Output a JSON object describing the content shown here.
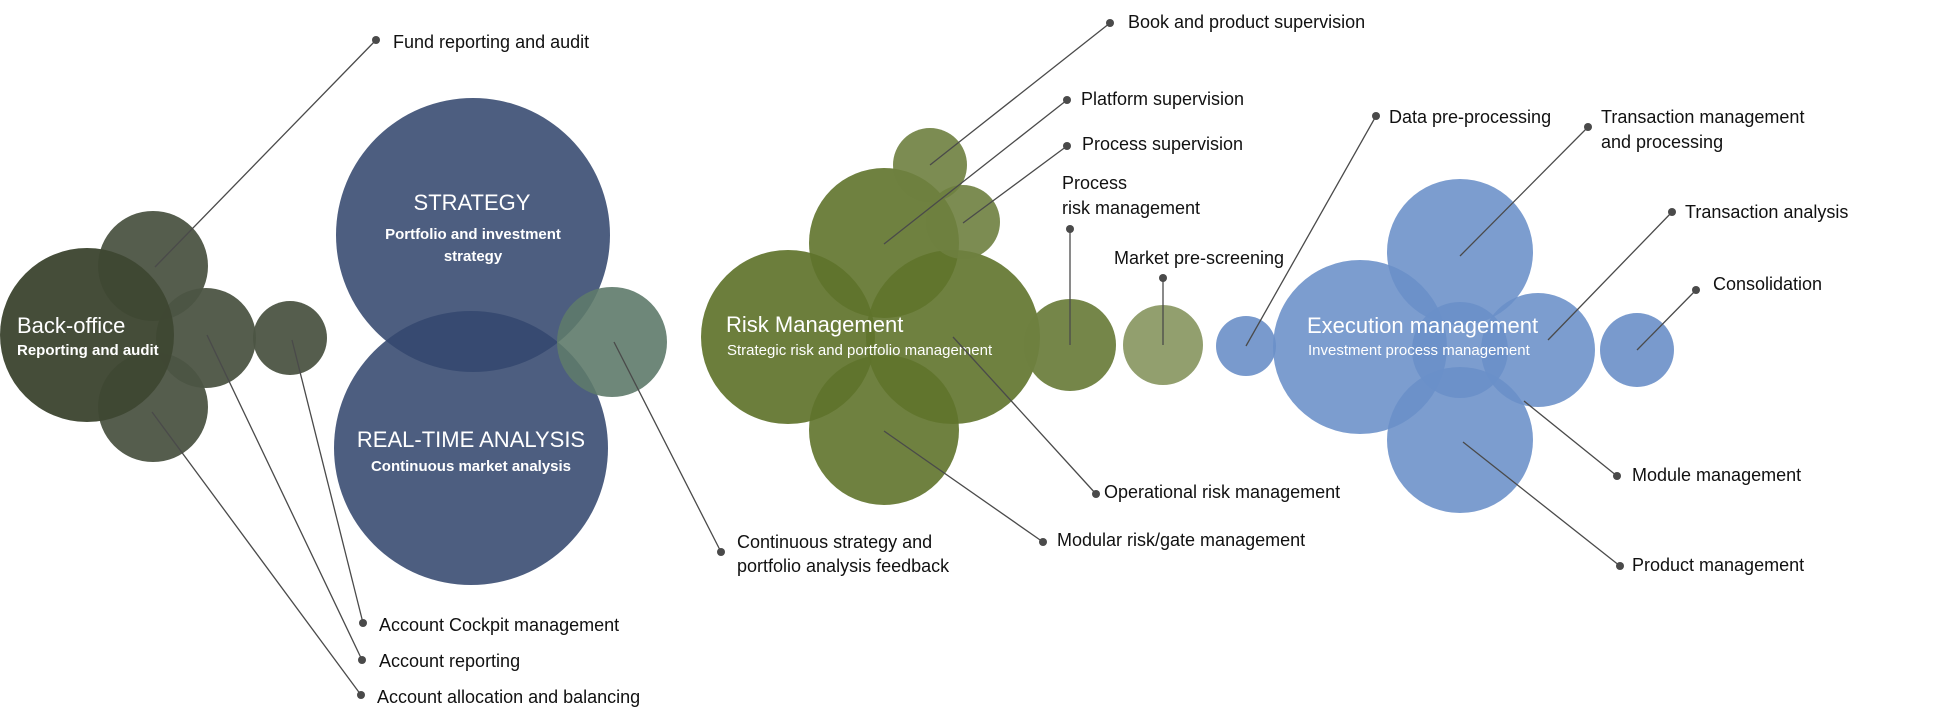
{
  "clusters": {
    "back_office": {
      "title": "Back-office",
      "subtitle": "Reporting and audit",
      "color": "#3f4733",
      "satellite_color": "#4c5443"
    },
    "strategy": {
      "title": "STRATEGY",
      "subtitle_line1": "Portfolio and investment",
      "subtitle_line2": "strategy",
      "color": "#34486e"
    },
    "realtime": {
      "title": "REAL-TIME ANALYSIS",
      "subtitle": "Continuous market analysis",
      "color": "#34486e",
      "feedback_color": "#5e7a6a"
    },
    "risk": {
      "title": "Risk Management",
      "subtitle": "Strategic risk and portfolio management",
      "color": "#5f732b",
      "light_color": "#8c9a66"
    },
    "execution": {
      "title": "Execution management",
      "subtitle": "Investment process management",
      "color": "#6a8fc8"
    }
  },
  "labels": {
    "fund_reporting": "Fund reporting and audit",
    "account_cockpit": "Account Cockpit management",
    "account_reporting": "Account reporting",
    "account_allocation": "Account allocation and balancing",
    "continuous_feedback_line1": "Continuous strategy and",
    "continuous_feedback_line2": "portfolio analysis feedback",
    "book_product": "Book and product supervision",
    "platform_supervision": "Platform supervision",
    "process_supervision": "Process supervision",
    "process_risk_line1": "Process",
    "process_risk_line2": "risk management",
    "market_prescreening": "Market pre-screening",
    "operational_risk": "Operational risk management",
    "modular_risk": "Modular risk/gate management",
    "data_preprocessing": "Data pre-processing",
    "transaction_mgmt_line1": "Transaction management",
    "transaction_mgmt_line2": "and processing",
    "transaction_analysis": "Transaction analysis",
    "consolidation": "Consolidation",
    "module_management": "Module management",
    "product_management": "Product management"
  }
}
